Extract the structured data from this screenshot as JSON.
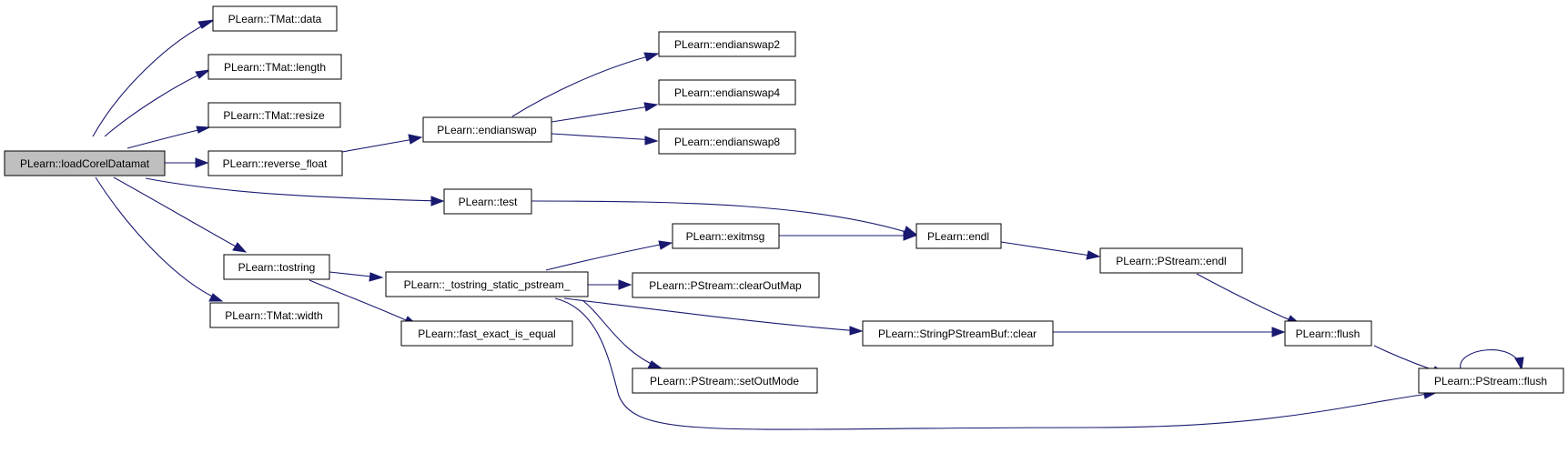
{
  "colors": {
    "edge": "#191970",
    "root_fill": "#bfbfbf",
    "node_fill": "#ffffff",
    "node_stroke": "#000000"
  },
  "nodes": {
    "loadCorelDatamat": "PLearn::loadCorelDatamat",
    "tmat_data": "PLearn::TMat::data",
    "tmat_length": "PLearn::TMat::length",
    "tmat_resize": "PLearn::TMat::resize",
    "reverse_float": "PLearn::reverse_float",
    "endianswap": "PLearn::endianswap",
    "endianswap2": "PLearn::endianswap2",
    "endianswap4": "PLearn::endianswap4",
    "endianswap8": "PLearn::endianswap8",
    "test": "PLearn::test",
    "endl": "PLearn::endl",
    "tostring": "PLearn::tostring",
    "tostring_static_pstream": "PLearn::_tostring_static_pstream_",
    "exitmsg": "PLearn::exitmsg",
    "pstream_endl": "PLearn::PStream::endl",
    "clearOutMap": "PLearn::PStream::clearOutMap",
    "tmat_width": "PLearn::TMat::width",
    "fast_exact_is_equal": "PLearn::fast_exact_is_equal",
    "stringpstreambuf_clear": "PLearn::StringPStreamBuf::clear",
    "flush": "PLearn::flush",
    "setOutMode": "PLearn::PStream::setOutMode",
    "pstream_flush": "PLearn::PStream::flush"
  }
}
